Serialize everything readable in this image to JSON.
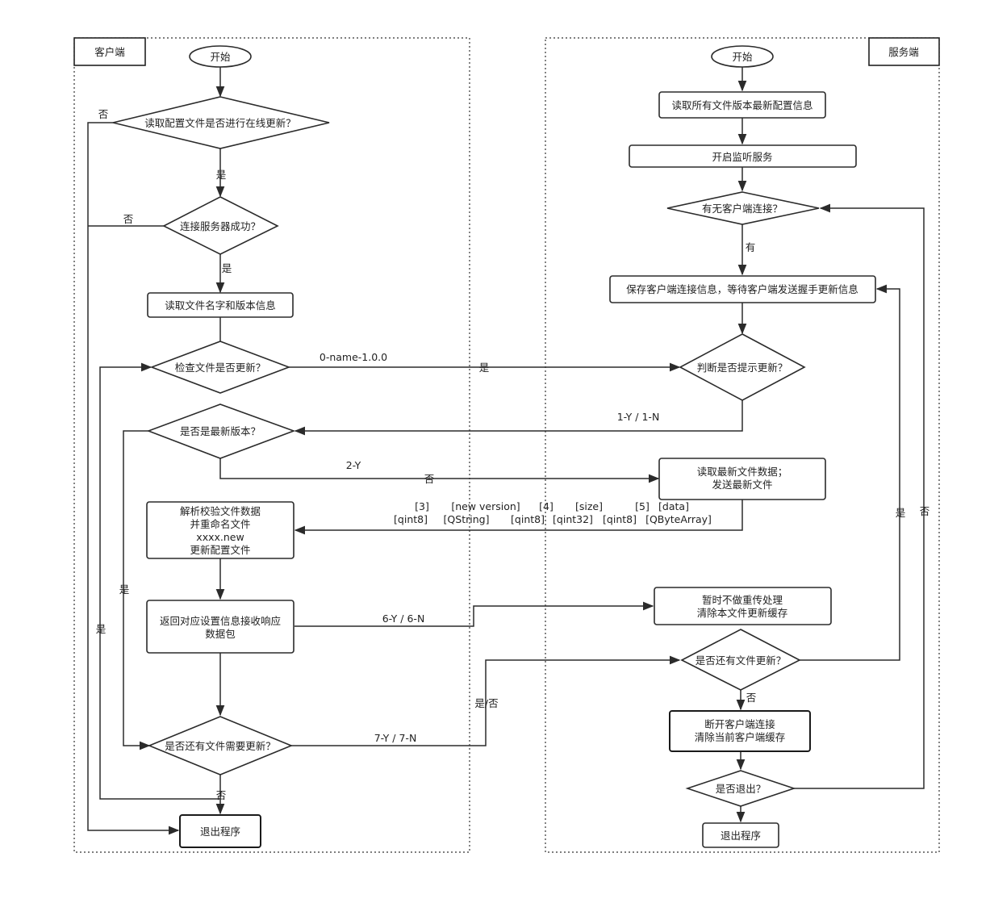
{
  "regions": {
    "client": "客户端",
    "server": "服务端"
  },
  "client": {
    "start": "开始",
    "read_config": "读取配置文件是否进行在线更新？",
    "connect_server": "连接服务器成功？",
    "read_file_info": "读取文件名字和版本信息",
    "check_update": "检查文件是否更新？",
    "is_latest": "是否是最新版本？",
    "parse_file": [
      "解析校验文件数据",
      "并重命名文件",
      "xxxx.new",
      "更新配置文件"
    ],
    "return_ack": [
      "返回对应设置信息接收响应",
      "数据包"
    ],
    "more_files": "是否还有文件需要更新？",
    "exit": "退出程序"
  },
  "server": {
    "start": "开始",
    "read_versions": "读取所有文件版本最新配置信息",
    "listen": "开启监听服务",
    "has_client": "有无客户端连接？",
    "save_client": "保存客户端连接信息，等待客户端发送握手更新信息",
    "judge_prompt": "判断是否提示更新？",
    "read_latest": [
      "读取最新文件数据；",
      "发送最新文件"
    ],
    "no_resend": [
      "暂时不做重传处理",
      "清除本文件更新缓存"
    ],
    "more_updates": "是否还有文件更新？",
    "disconnect": [
      "断开客户端连接",
      "清除当前客户端缓存"
    ],
    "exit_q": "是否退出？",
    "exit": "退出程序"
  },
  "edge_labels": {
    "no_1": "否",
    "yes_1": "是",
    "no_2": "否",
    "yes_2": "是",
    "msg_0": "0-name-1.0.0",
    "yes_check": "是",
    "msg_1": "1-Y  /  1-N",
    "msg_2": "2-Y",
    "no_latest": "否",
    "yes_left_1": "是",
    "yes_left_2": "是",
    "msg_6": "6-Y / 6-N",
    "yes_no": "是/否",
    "msg_7": "7-Y / 7-N",
    "no_more": "否",
    "has": "有",
    "no_server": "否",
    "yes_right": "是",
    "no_right": "否"
  },
  "packet": {
    "top": [
      "[3]",
      "[new version]",
      "[4]",
      "[size]",
      "[5]",
      "[data]"
    ],
    "bottom": [
      "[qint8]",
      "[QString]",
      "[qint8]",
      "[qint32]",
      "[qint8]",
      "[QByteArray]"
    ]
  }
}
